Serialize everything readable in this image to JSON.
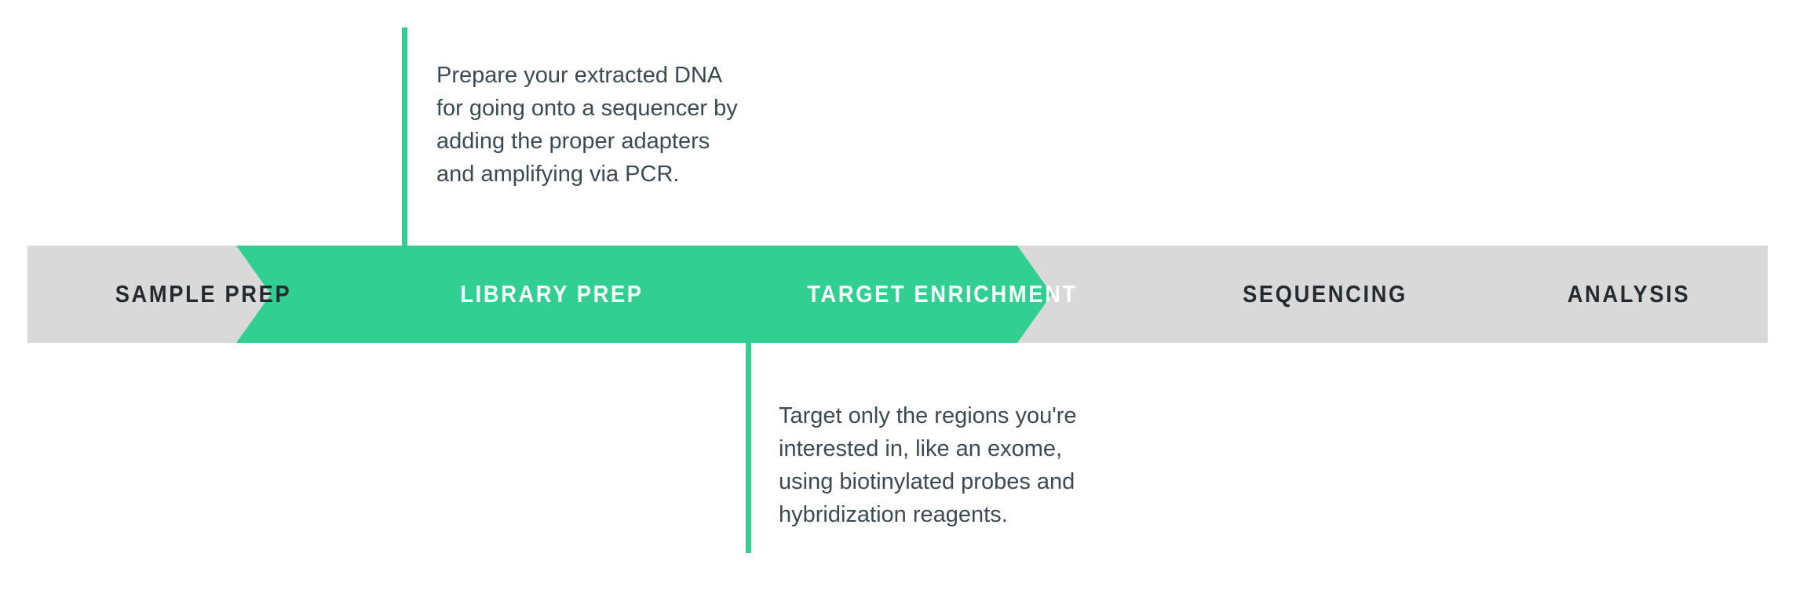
{
  "diagram": {
    "title": "NGS Workflow Process Bar",
    "accent_color": "#31cf91",
    "inactive_color": "#d9d9d9",
    "inactive_text_color": "#232b30",
    "active_text_color": "#ffffff",
    "body_text_color": "#3b4a52",
    "background_color": "#ffffff"
  },
  "steps": [
    {
      "label": "SAMPLE PREP",
      "state": "inactive"
    },
    {
      "label": "LIBRARY PREP",
      "state": "active"
    },
    {
      "label": "TARGET ENRICHMENT",
      "state": "active"
    },
    {
      "label": "SEQUENCING",
      "state": "inactive"
    },
    {
      "label": "ANALYSIS",
      "state": "inactive"
    }
  ],
  "callouts": [
    {
      "id": "library-prep-callout",
      "position": "above",
      "for_step": "LIBRARY PREP",
      "text": "Prepare your extracted DNA\nfor going onto a sequencer by\nadding the proper adapters\nand amplifying via PCR."
    },
    {
      "id": "target-enrichment-callout",
      "position": "below",
      "for_step": "TARGET ENRICHMENT",
      "text": "Target only the regions you're\ninterested in, like an exome,\nusing biotinylated probes and\nhybridization reagents."
    }
  ]
}
